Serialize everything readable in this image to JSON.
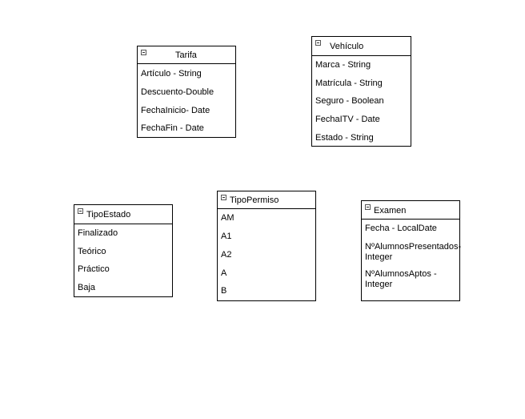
{
  "diagram": {
    "tarifa": {
      "title": "Tarifa",
      "rows": [
        "Artículo - String",
        "Descuento-Double",
        "FechaInicio- Date",
        "FechaFin - Date"
      ]
    },
    "vehiculo": {
      "title": "Vehículo",
      "rows": [
        "Marca - String",
        "Matrícula - String",
        "Seguro - Boolean",
        "FechaITV - Date",
        "Estado - String"
      ]
    },
    "tipoestado": {
      "title": "TipoEstado",
      "rows": [
        "Finalizado",
        "Teórico",
        "Práctico",
        "Baja"
      ]
    },
    "tipopermiso": {
      "title": "TipoPermiso",
      "rows": [
        "AM",
        "A1",
        "A2",
        "A",
        "B"
      ]
    },
    "examen": {
      "title": "Examen",
      "rows": [
        "Fecha - LocalDate",
        "NºAlumnosPresentados-",
        "Integer",
        "NºAlumnosAptos -",
        "Integer"
      ]
    }
  }
}
